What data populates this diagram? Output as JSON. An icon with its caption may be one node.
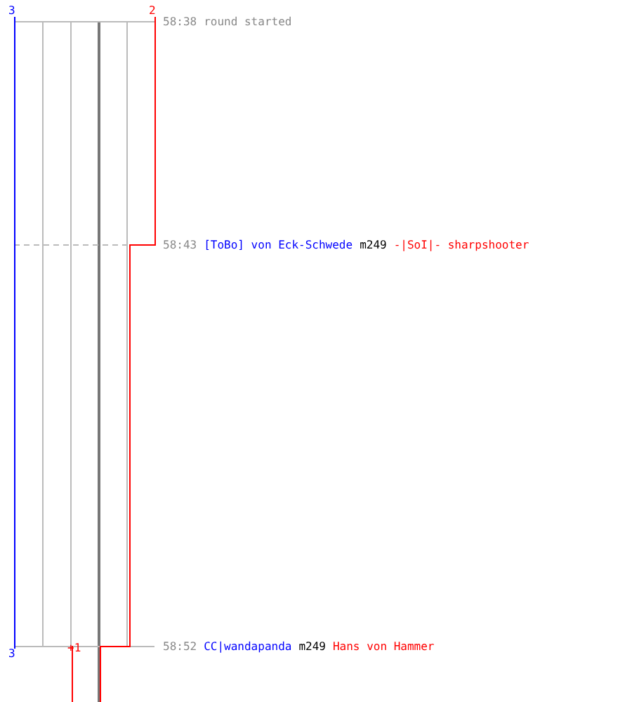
{
  "diagram": {
    "labels": [
      "3",
      "2",
      "58:38",
      "round started",
      "58:43",
      "[ToBo] von Eck-Schwede",
      "m249",
      "-|SoI|- sharpshooter",
      "3",
      "+1",
      "58:52",
      "CC|wandapanda",
      "m249",
      "Hans von Hammer"
    ]
  }
}
